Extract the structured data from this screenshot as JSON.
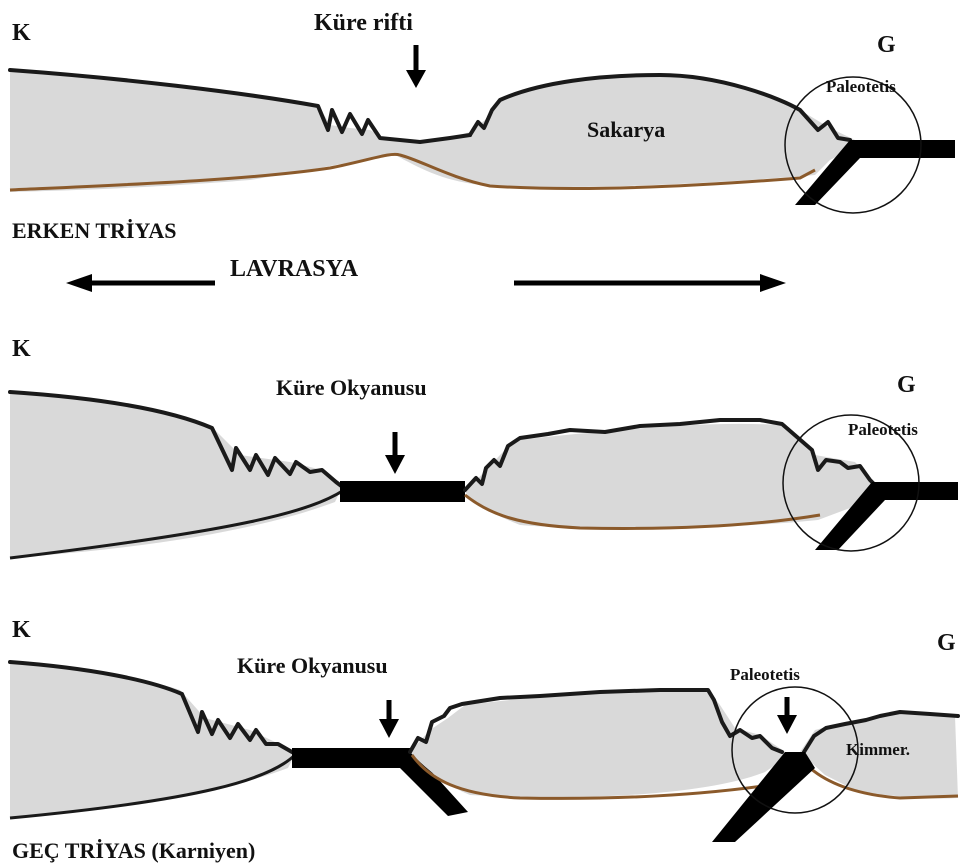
{
  "panel1": {
    "north": "K",
    "south": "G",
    "rift_label": "Küre rifti",
    "block_label": "Sakarya",
    "paleotethys_label": "Paleotetis",
    "period_label": "ERKEN TRİYAS",
    "continent_label": "LAVRASYA"
  },
  "panel2": {
    "north": "K",
    "south": "G",
    "ocean_label": "Küre Okyanusu",
    "paleotethys_label": "Paleotetis"
  },
  "panel3": {
    "north": "K",
    "south": "G",
    "ocean_label": "Küre Okyanusu",
    "paleotethys_label": "Paleotetis",
    "block_label": "Kimmer.",
    "period_label": "GEÇ TRİYAS (Karniyen)"
  }
}
